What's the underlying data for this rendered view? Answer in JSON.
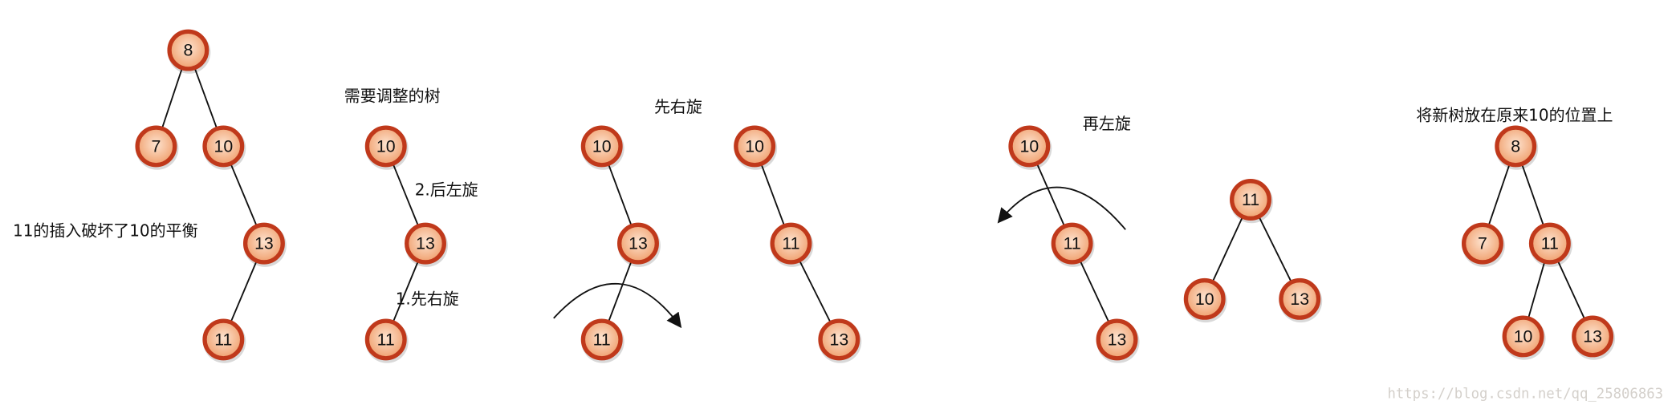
{
  "captions": {
    "broken": "11的插入破坏了10的平衡",
    "needs_adjust": "需要调整的树",
    "step2": "2.后左旋",
    "step1": "1.先右旋",
    "first_right": "先右旋",
    "then_left": "再左旋",
    "place_back": "将新树放在原来10的位置上"
  },
  "trees": [
    {
      "name": "original",
      "nodes": [
        "8",
        "7",
        "10",
        "13",
        "11"
      ]
    },
    {
      "name": "subtree-to-adjust",
      "nodes": [
        "10",
        "13",
        "11"
      ]
    },
    {
      "name": "before-right-rotation",
      "nodes": [
        "10",
        "13",
        "11"
      ]
    },
    {
      "name": "after-right-rotation",
      "nodes": [
        "10",
        "11",
        "13"
      ]
    },
    {
      "name": "before-left-rotation",
      "nodes": [
        "10",
        "11",
        "13"
      ]
    },
    {
      "name": "after-left-rotation",
      "nodes": [
        "11",
        "10",
        "13"
      ]
    },
    {
      "name": "final",
      "nodes": [
        "8",
        "7",
        "11",
        "10",
        "13"
      ]
    }
  ],
  "colors": {
    "node_border": "#c0391b",
    "node_fill_center": "#fde3cf",
    "node_fill_edge": "#f0a06e"
  },
  "watermark": "https://blog.csdn.net/qq_25806863"
}
